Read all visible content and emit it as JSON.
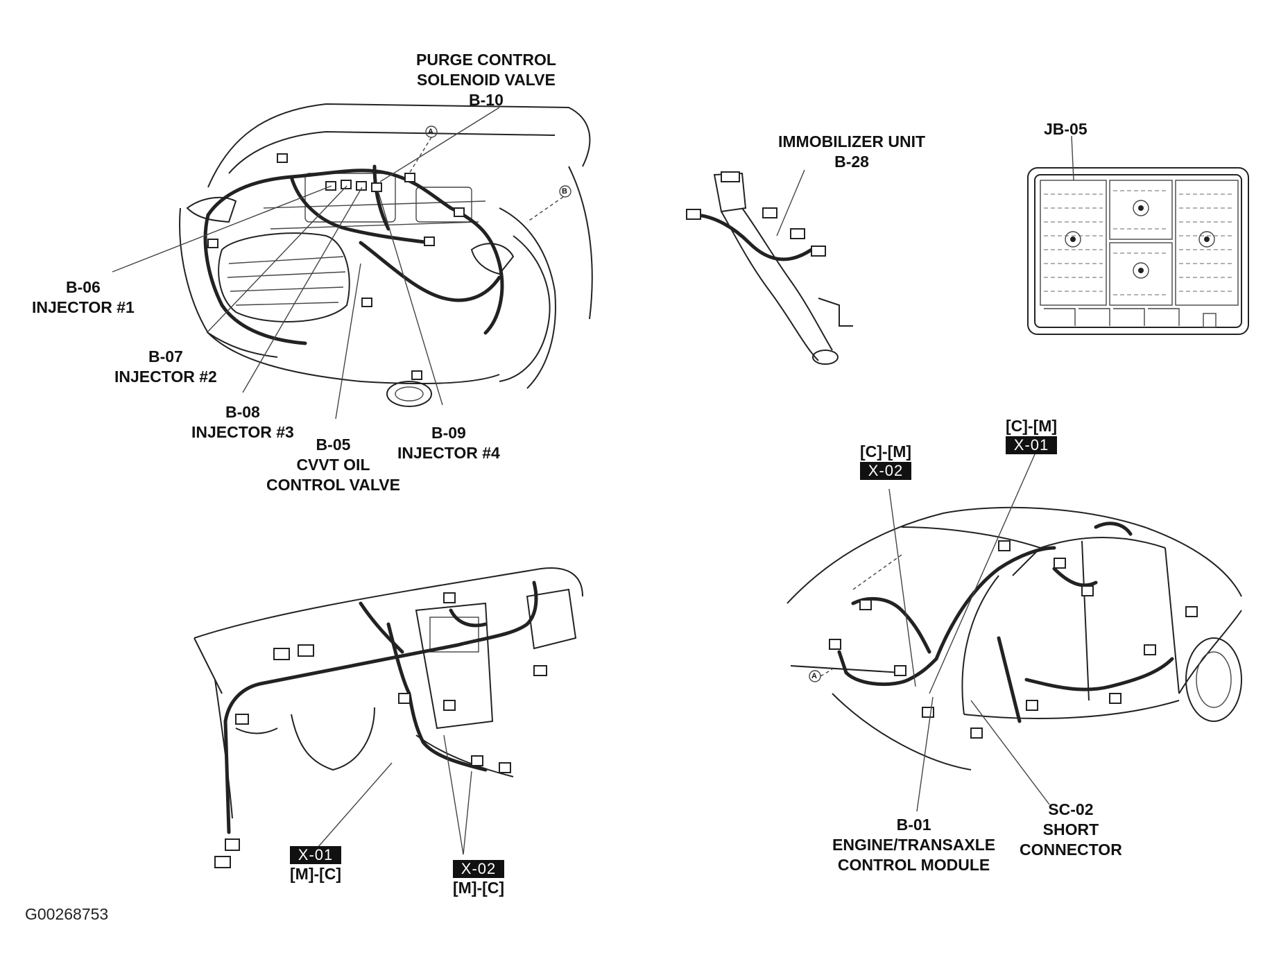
{
  "figure_id": "G00268753",
  "labels": {
    "purge": [
      "PURGE CONTROL",
      "SOLENOID VALVE",
      "B-10"
    ],
    "b06": [
      "B-06",
      "INJECTOR #1"
    ],
    "b07": [
      "B-07",
      "INJECTOR #2"
    ],
    "b08": [
      "B-08",
      "INJECTOR #3"
    ],
    "b05": [
      "B-05",
      "CVVT OIL",
      "CONTROL VALVE"
    ],
    "b09": [
      "B-09",
      "INJECTOR #4"
    ],
    "immobilizer": [
      "IMMOBILIZER UNIT",
      "B-28"
    ],
    "jb05": "JB-05",
    "x02_top": {
      "pin": "[C]-[M]",
      "code": "X-02"
    },
    "x01_top": {
      "pin": "[C]-[M]",
      "code": "X-01"
    },
    "x01_bottom": {
      "code": "X-01",
      "pin": "[M]-[C]"
    },
    "x02_bottom": {
      "code": "X-02",
      "pin": "[M]-[C]"
    },
    "b01": [
      "B-01",
      "ENGINE/TRANSAXLE",
      "CONTROL MODULE"
    ],
    "sc02": [
      "SC-02",
      "SHORT",
      "CONNECTOR"
    ]
  },
  "markers": {
    "a_top": "A",
    "b_top": "B",
    "a_bottom": "A"
  }
}
